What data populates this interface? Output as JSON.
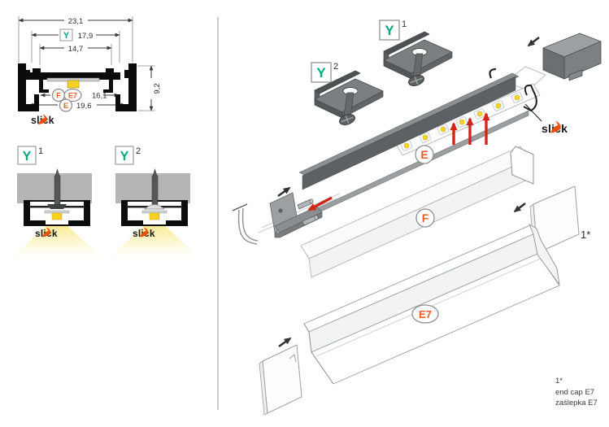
{
  "colors": {
    "accent_orange": "#f05a28",
    "brand_swoosh_orange": "#e8500e",
    "mount_green": "#00a87c",
    "arrow_red": "#d02818",
    "profile_dark_gray": "#5d6163",
    "bracket_gray": "#7b7f81",
    "led_yellow": "#f3d224",
    "ceiling_gray": "#b5b5b5",
    "light_cone_yellow": "#f7e77e"
  },
  "cross_section": {
    "dims": {
      "total_width": "23,1",
      "mount_width": "17,9",
      "inner_width": "14,7",
      "height": "9,2",
      "cover_fe7_width": "16,1",
      "cover_e_width": "19,6"
    },
    "labels": {
      "mount": "Y",
      "cover_f": "F",
      "cover_e7": "E7",
      "cover_e": "E"
    },
    "brand": "slick"
  },
  "applications": [
    {
      "label": "Y",
      "variant": "1",
      "brand": "slick"
    },
    {
      "label": "Y",
      "variant": "2",
      "brand": "slick"
    }
  ],
  "exploded": {
    "bracket_y1": {
      "label": "Y",
      "variant": "1"
    },
    "bracket_y2": {
      "label": "Y",
      "variant": "2"
    },
    "profile_label": "E",
    "cover_f_label": "F",
    "cover_e7_label": "E7",
    "endcap_ref": "1*",
    "brand": "slick"
  },
  "footnote": {
    "ref": "1*",
    "en": "end cap E7",
    "pl": "zaślepka E7"
  }
}
